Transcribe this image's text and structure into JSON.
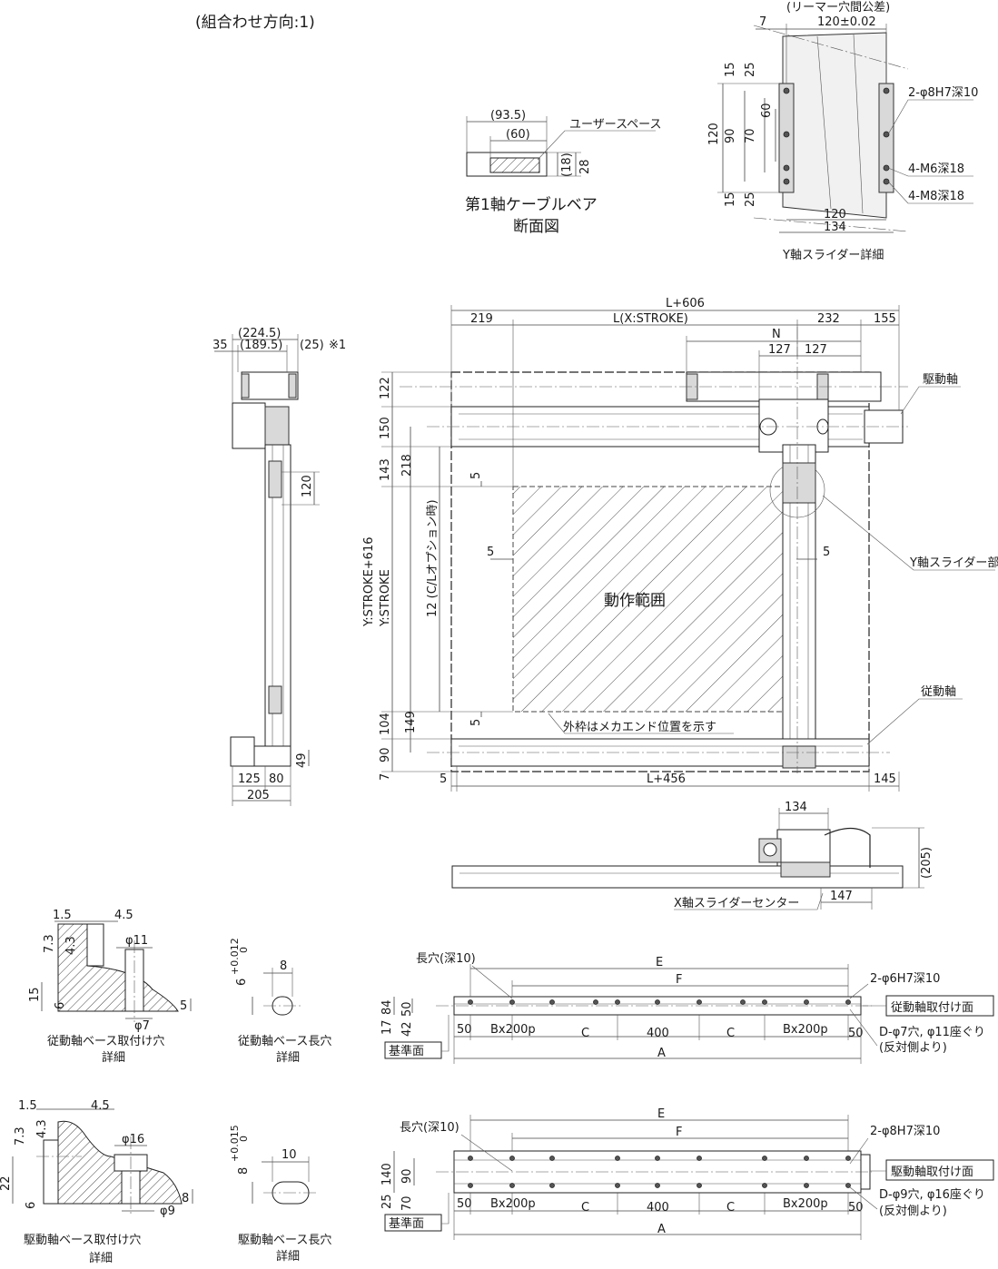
{
  "title": "(組合わせ方向:1)",
  "cable_bear": {
    "dims": [
      "(93.5)",
      "(60)",
      "(18)",
      "28"
    ],
    "label": "ユーザースペース",
    "caption_line1": "第1軸ケーブルベア",
    "caption_line2": "断面図"
  },
  "y_slider_detail": {
    "tolerance_note": "(リーマー穴間公差)",
    "dims": [
      "7",
      "120±0.02",
      "15",
      "25",
      "60",
      "120",
      "90",
      "70",
      "15",
      "25",
      "120",
      "134"
    ],
    "callouts": [
      "2-φ8H7深10",
      "4-M6深18",
      "4-M8深18"
    ],
    "caption": "Y軸スライダー詳細"
  },
  "side_view": {
    "dims": [
      "(224.5)",
      "35",
      "(189.5)",
      "(25)",
      "※1",
      "120",
      "49",
      "125",
      "80",
      "205"
    ]
  },
  "main_view": {
    "dims_top": [
      "L+606",
      "219",
      "L(X:STROKE)",
      "232",
      "155",
      "N",
      "127",
      "127"
    ],
    "dims_left": [
      "122",
      "150",
      "143",
      "218",
      "Y:STROKE+616",
      "Y:STROKE",
      "12 (C/Lオプション時)",
      "104",
      "149",
      "90",
      "7"
    ],
    "dims_small": [
      "5",
      "5",
      "5",
      "5"
    ],
    "dims_bottom": [
      "5",
      "L+456",
      "145"
    ],
    "labels": {
      "drive_axis": "駆動軸",
      "y_slider_part": "Y軸スライダー部",
      "driven_axis": "従動軸",
      "motion_range": "動作範囲",
      "frame_note": "外枠はメカエンド位置を示す"
    }
  },
  "x_slider_view": {
    "dims": [
      "134",
      "(205)",
      "147"
    ],
    "label": "X軸スライダーセンター"
  },
  "driven_base_hole": {
    "dims": [
      "1.5",
      "4.5",
      "7.3",
      "4.3",
      "φ11",
      "15",
      "6",
      "φ7",
      "5"
    ],
    "caption_line1": "従動軸ベース取付け穴",
    "caption_line2": "詳細"
  },
  "driven_slot": {
    "tol": "6",
    "tol_upper": "+0.012",
    "tol_lower": "0",
    "dims": [
      "8"
    ],
    "caption_line1": "従動軸ベース長穴",
    "caption_line2": "詳細"
  },
  "driven_base": {
    "dims": [
      "長穴(深10)",
      "E",
      "F",
      "2-φ6H7深10",
      "84",
      "50",
      "17",
      "42",
      "50",
      "Bx200p",
      "C",
      "400",
      "C",
      "Bx200p",
      "50",
      "A"
    ],
    "mount_face": "従動軸取付け面",
    "datum": "基準面",
    "note1": "D-φ7穴, φ11座ぐり",
    "note2": "(反対側より)"
  },
  "drive_base_hole": {
    "dims": [
      "1.5",
      "4.5",
      "7.3",
      "4.3",
      "φ16",
      "22",
      "6",
      "φ9",
      "8"
    ],
    "caption_line1": "駆動軸ベース取付け穴",
    "caption_line2": "詳細"
  },
  "drive_slot": {
    "tol": "8",
    "tol_upper": "+0.015",
    "tol_lower": "0",
    "dims": [
      "10"
    ],
    "caption_line1": "駆動軸ベース長穴",
    "caption_line2": "詳細"
  },
  "drive_base": {
    "dims": [
      "長穴(深10)",
      "E",
      "F",
      "2-φ8H7深10",
      "140",
      "90",
      "25",
      "70",
      "50",
      "Bx200p",
      "C",
      "400",
      "C",
      "Bx200p",
      "50",
      "A"
    ],
    "mount_face": "駆動軸取付け面",
    "datum": "基準面",
    "note1": "D-φ9穴, φ16座ぐり",
    "note2": "(反対側より)"
  }
}
